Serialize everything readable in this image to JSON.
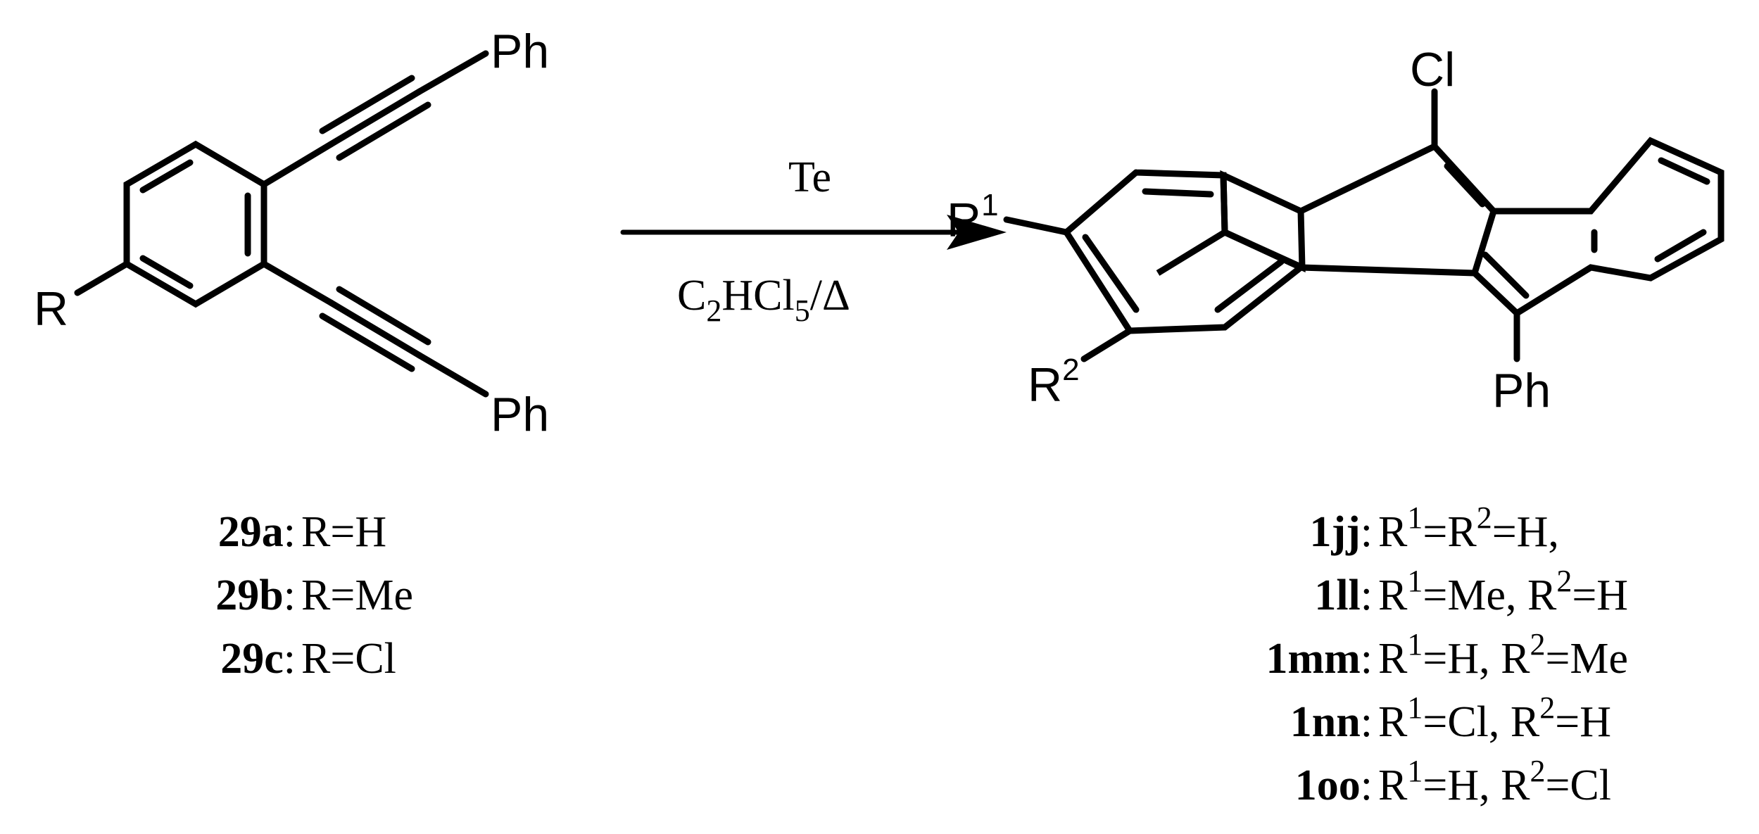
{
  "reactant": {
    "substituent": "R",
    "group_top": "Ph",
    "group_bottom": "Ph"
  },
  "arrow": {
    "reagent_above": "Te",
    "reagent_below_main": "C",
    "reagent_below_sub1": "2",
    "reagent_below_mid": "HCl",
    "reagent_below_sub2": "5",
    "reagent_below_end": "/Δ"
  },
  "product": {
    "chloro": "Cl",
    "phenyl": "Ph",
    "r1": "R",
    "r1_sup": "1",
    "r2": "R",
    "r2_sup": "2"
  },
  "reactant_labels": [
    {
      "id": "29a",
      "sep": ":",
      "text": "R=H"
    },
    {
      "id": "29b",
      "sep": ":",
      "text": "R=Me"
    },
    {
      "id": "29c",
      "sep": ":",
      "text": "R=Cl"
    }
  ],
  "product_labels": [
    {
      "id": "1jj",
      "sep": ":",
      "p1": "R",
      "s1": "1",
      "p2": "=R",
      "s2": "2",
      "p3": "=H,"
    },
    {
      "id": "1ll",
      "sep": ":",
      "p1": "R",
      "s1": "1",
      "p2": "=Me, R",
      "s2": "2",
      "p3": "=H"
    },
    {
      "id": "1mm",
      "sep": ":",
      "p1": "R",
      "s1": "1",
      "p2": "=H, R",
      "s2": "2",
      "p3": "=Me"
    },
    {
      "id": "1nn",
      "sep": ":",
      "p1": "R",
      "s1": "1",
      "p2": "=Cl, R",
      "s2": "2",
      "p3": "=H"
    },
    {
      "id": "1oo",
      "sep": ":",
      "p1": "R",
      "s1": "1",
      "p2": "=H, R",
      "s2": "2",
      "p3": "=Cl"
    }
  ]
}
